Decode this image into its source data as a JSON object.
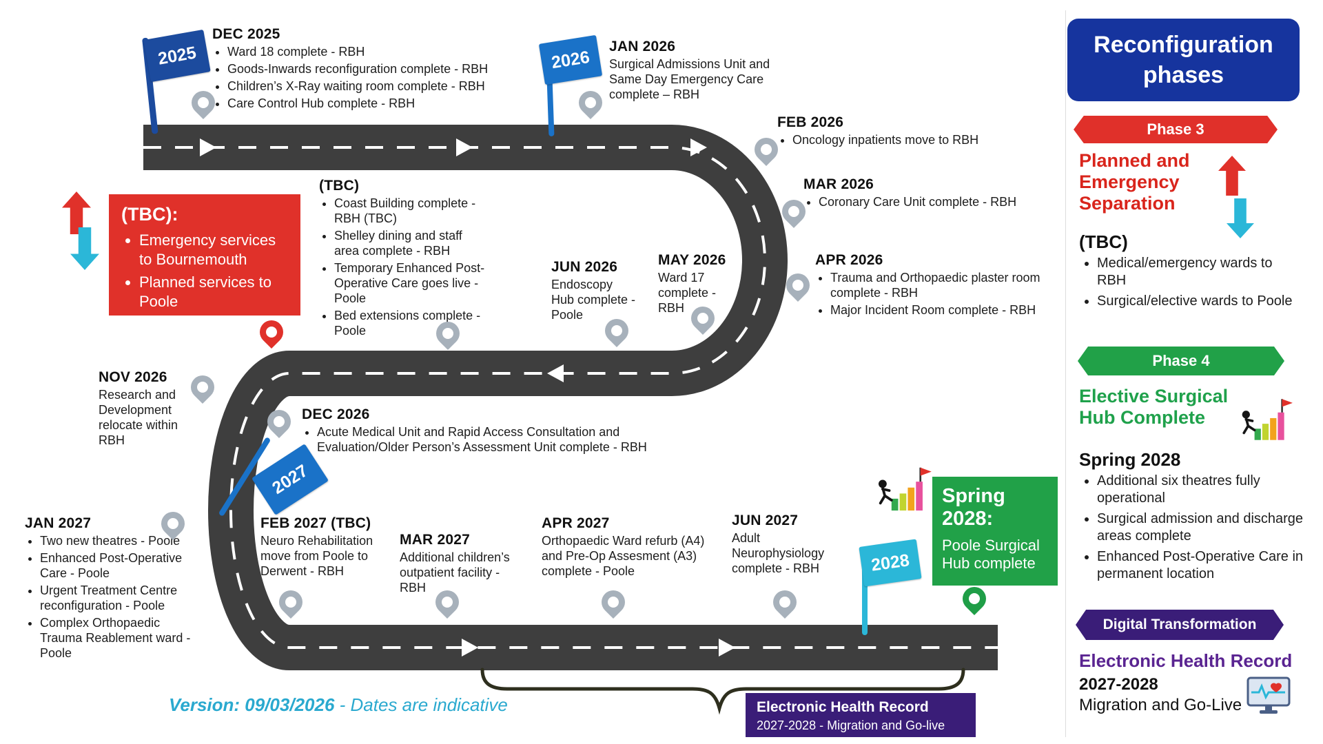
{
  "flags": {
    "f2025": "2025",
    "f2026": "2026",
    "f2027": "2027",
    "f2028": "2028"
  },
  "milestones": {
    "dec2025": {
      "title": "DEC 2025",
      "bullets": [
        "Ward 18 complete - RBH",
        "Goods-Inwards reconfiguration complete - RBH",
        "Children’s X-Ray waiting room complete - RBH",
        "Care Control Hub complete - RBH"
      ]
    },
    "jan2026": {
      "title": "JAN 2026",
      "text": "Surgical Admissions Unit and Same Day Emergency Care complete – RBH"
    },
    "feb2026": {
      "title": "FEB 2026",
      "bullets": [
        "Oncology inpatients move to RBH"
      ]
    },
    "mar2026": {
      "title": "MAR 2026",
      "bullets": [
        "Coronary Care Unit complete - RBH"
      ]
    },
    "apr2026": {
      "title": "APR 2026",
      "bullets": [
        "Trauma and Orthopaedic plaster room complete - RBH",
        "Major Incident Room complete - RBH"
      ]
    },
    "may2026": {
      "title": "MAY 2026",
      "text": "Ward 17 complete - RBH"
    },
    "jun2026": {
      "title": "JUN 2026",
      "text": "Endoscopy Hub complete - Poole"
    },
    "tbc_list": {
      "title": "(TBC)",
      "bullets": [
        "Coast Building complete - RBH (TBC)",
        "Shelley dining and staff area complete - RBH",
        "Temporary Enhanced Post-Operative Care goes live - Poole",
        "Bed extensions complete - Poole"
      ]
    },
    "nov2026": {
      "title": "NOV 2026",
      "text": "Research and Development relocate within RBH"
    },
    "dec2026": {
      "title": "DEC 2026",
      "bullets": [
        "Acute Medical Unit and Rapid Access Consultation and Evaluation/Older Person’s Assessment Unit complete - RBH"
      ]
    },
    "jan2027": {
      "title": "JAN 2027",
      "bullets": [
        "Two new theatres - Poole",
        "Enhanced Post-Operative Care - Poole",
        "Urgent Treatment Centre reconfiguration - Poole",
        "Complex Orthopaedic Trauma Reablement ward - Poole"
      ]
    },
    "feb2027": {
      "title": "FEB 2027 (TBC)",
      "text": "Neuro Rehabilitation move from Poole to Derwent - RBH"
    },
    "mar2027": {
      "title": "MAR 2027",
      "text": "Additional children’s outpatient facility - RBH"
    },
    "apr2027": {
      "title": "APR 2027",
      "text": "Orthopaedic Ward refurb (A4) and Pre-Op Assesment (A3) complete - Poole"
    },
    "jun2027": {
      "title": "JUN 2027",
      "text": "Adult Neurophysiology complete - RBH"
    }
  },
  "tbc_box": {
    "title": "(TBC):",
    "bullets": [
      "Emergency services to Bournemouth",
      "Planned services to Poole"
    ]
  },
  "spring_box": {
    "title": "Spring 2028:",
    "text": "Poole Surgical Hub complete"
  },
  "ehr_box": {
    "title": "Electronic Health Record",
    "subtitle": "2027-2028 - Migration and Go-live"
  },
  "version": {
    "label": "Version: 09/03/2026",
    "note": " - Dates are indicative"
  },
  "sidebar": {
    "title": "Reconfiguration phases",
    "phase3_banner": "Phase 3",
    "phase3_heading": "Planned and Emergency Separation",
    "phase3_sub": "(TBC)",
    "phase3_bullets": [
      "Medical/emergency wards to RBH",
      "Surgical/elective wards to Poole"
    ],
    "phase4_banner": "Phase 4",
    "phase4_heading": "Elective Surgical Hub Complete",
    "phase4_sub": "Spring 2028",
    "phase4_bullets": [
      "Additional six theatres fully operational",
      "Surgical admission and discharge areas complete",
      "Enhanced Post-Operative Care in permanent location"
    ],
    "digital_banner": "Digital Transformation",
    "digital_heading": "Electronic Health Record",
    "digital_years": "2027-2028",
    "digital_text": "Migration and Go-Live"
  },
  "colors": {
    "road": "#3e3e3e",
    "red": "#e0312a",
    "green": "#21a148",
    "cyan": "#2bb7d8",
    "purple": "#3a1d78",
    "title_blue": "#16349e",
    "flag_dark_blue": "#1c4b9e",
    "flag_blue": "#1a72c8",
    "pin_gray": "#a7b1bb",
    "version_teal": "#2aa9cf"
  }
}
